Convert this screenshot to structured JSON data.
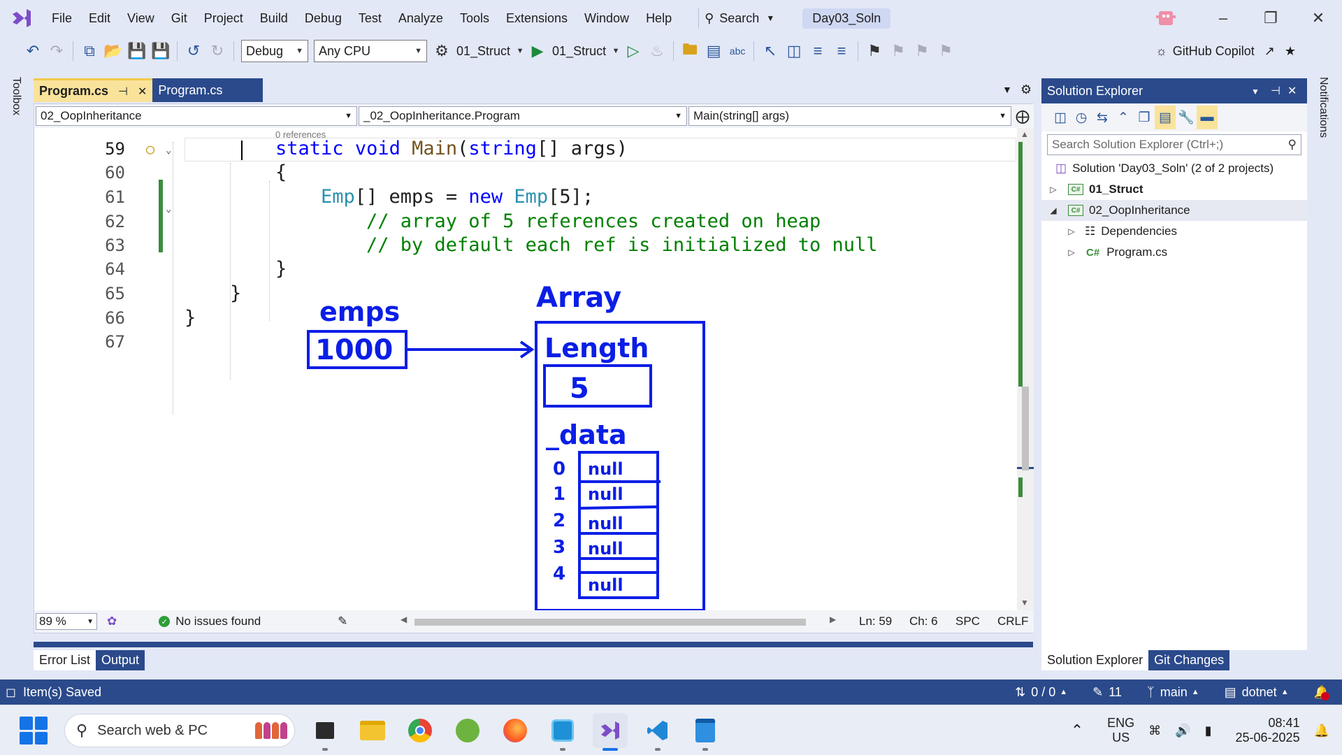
{
  "menubar": {
    "items": [
      "File",
      "Edit",
      "View",
      "Git",
      "Project",
      "Build",
      "Debug",
      "Test",
      "Analyze",
      "Tools",
      "Extensions",
      "Window",
      "Help"
    ],
    "search_label": "Search",
    "solution_name": "Day03_Soln"
  },
  "toolbar": {
    "config": "Debug",
    "platform": "Any CPU",
    "startup_project": "01_Struct",
    "run_target": "01_Struct",
    "copilot_label": "GitHub Copilot"
  },
  "side": {
    "toolbox_label": "Toolbox",
    "notifications_label": "Notifications"
  },
  "tabs": [
    {
      "label": "Program.cs",
      "active": true
    },
    {
      "label": "Program.cs",
      "active": false
    }
  ],
  "navbar": {
    "project": "02_OopInheritance",
    "type": "_02_OopInheritance.Program",
    "member": "Main(string[] args)"
  },
  "code": {
    "references_hint": "0 references",
    "line_numbers": [
      "59",
      "60",
      "61",
      "62",
      "63",
      "64",
      "65",
      "66",
      "67"
    ],
    "lines": {
      "l59_kw1": "static",
      "l59_kw2": "void",
      "l59_fn": "Main",
      "l59_p1": "(",
      "l59_kw3": "string",
      "l59_p2": "[] args)",
      "l60": "{",
      "l61_t1": "Emp",
      "l61_p1": "[] emps = ",
      "l61_kw": "new",
      "l61_t2": "Emp",
      "l61_p2": "[5];",
      "l62": "// array of 5 references created on heap",
      "l63": "// by default each ref is initialized to null",
      "l64": "}",
      "l65": "}",
      "l66": "}"
    }
  },
  "diagram": {
    "var_label": "emps",
    "var_value": "1000",
    "array_title": "Array",
    "length_label": "Length",
    "length_value": "5",
    "data_label": "_data",
    "indices": [
      "0",
      "1",
      "2",
      "3",
      "4"
    ],
    "cells": [
      "null",
      "null",
      "",
      "null",
      "null",
      "null"
    ],
    "ink_color": "#0a1ee6"
  },
  "editor_status": {
    "zoom": "89 %",
    "issues": "No issues found",
    "ln": "Ln: 59",
    "ch": "Ch: 6",
    "spc": "SPC",
    "crlf": "CRLF"
  },
  "bottom_tabs": [
    "Error List",
    "Output"
  ],
  "solution_explorer": {
    "title": "Solution Explorer",
    "search_placeholder": "Search Solution Explorer (Ctrl+;)",
    "solution": "Solution 'Day03_Soln' (2 of 2 projects)",
    "project1": "01_Struct",
    "project2": "02_OopInheritance",
    "dependencies": "Dependencies",
    "program_file": "Program.cs",
    "tabs": [
      "Solution Explorer",
      "Git Changes"
    ]
  },
  "statusbar": {
    "message": "Item(s) Saved",
    "changes": "0 / 0",
    "edits": "11",
    "branch": "main",
    "repo": "dotnet"
  },
  "taskbar": {
    "search": "Search web & PC",
    "lang_top": "ENG",
    "lang_bottom": "US",
    "time": "08:41",
    "date": "25-06-2025"
  },
  "colors": {
    "accent": "#2b4a8b",
    "tab_active": "#f9e39b",
    "keyword": "#0000ff",
    "type": "#2b91af",
    "comment": "#008000"
  }
}
